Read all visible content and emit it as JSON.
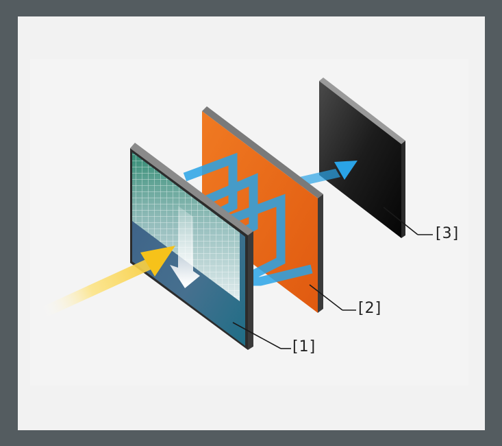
{
  "labels": {
    "label_1": "[1]",
    "label_2": "[2]",
    "label_3": "[3]"
  },
  "colors": {
    "page_background": "#545c60",
    "card_background": "#f2f2f2",
    "sensor_panel": "#3c5f80",
    "filter_panel": "#f07020",
    "detector_panel": "#1a1a1a",
    "incoming_light": "#f6c21a",
    "light_path": "#2aa3e6"
  },
  "icons": {
    "incoming_arrow": "yellow-arrow",
    "zigzag_beam": "blue-beam",
    "down_arrow": "white-arrow"
  }
}
